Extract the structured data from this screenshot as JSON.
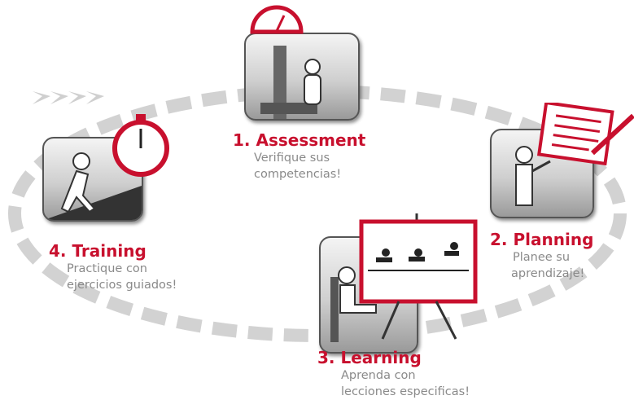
{
  "steps": [
    {
      "number": "1.",
      "title": "Assessment",
      "line1": "Verifique sus",
      "line2": "competencias!",
      "icon": "scale-icon"
    },
    {
      "number": "2.",
      "title": "Planning",
      "line1": "Planee su",
      "line2": "aprendizaje!",
      "icon": "checklist-icon"
    },
    {
      "number": "3.",
      "title": "Learning",
      "line1": "Aprenda con",
      "line2": "lecciones especificas!",
      "icon": "presentation-board-icon"
    },
    {
      "number": "4.",
      "title": "Training",
      "line1": "Practique con",
      "line2": "ejercicios guiados!",
      "icon": "stopwatch-icon"
    }
  ],
  "colors": {
    "accent": "#c8102e",
    "desc": "#8a8a8a",
    "path": "#cccccc"
  }
}
